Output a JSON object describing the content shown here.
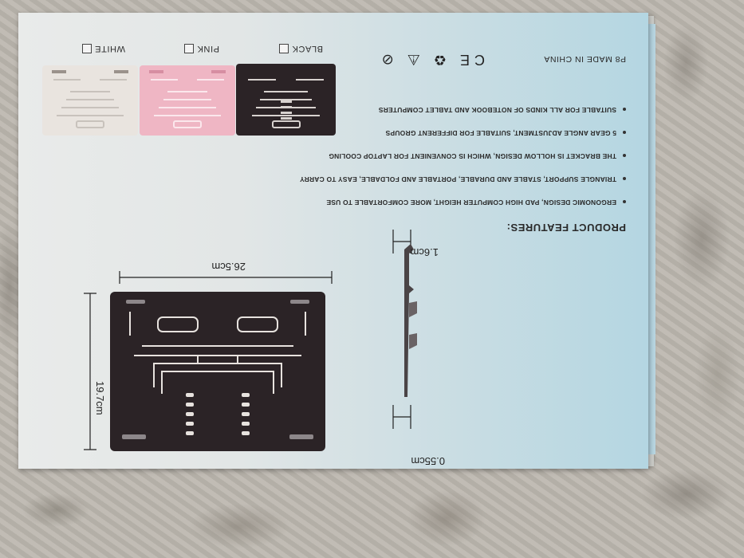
{
  "box": {
    "features_title": "PRODUCT FEATURES:",
    "features": [
      "ERGONOMIC DESIGN, PAD HIGH COMPUTER HEIGHT, MORE COMFORTABLE TO USE",
      "TRIANGLE SUPPORT, STABLE AND DURABLE, PORTABLE AND FOLDABLE, EASY TO CARRY",
      "THE BRACKET IS HOLLOW DESIGN, WHICH IS CONVENIENT FOR LAPTOP COOLING",
      "5 GEAR ANGLE ADJUSTMENT, SUITABLE FOR DIFFERENT GROUPS",
      "SUITABLE FOR ALL KINDS OF NOTEBOOK AND TABLET COMPUTERS"
    ],
    "model_origin": "P8   MADE IN CHINA",
    "cert_logos": "CE ♻ ⚠ ⊘",
    "colors": [
      {
        "label": "BLACK",
        "hex": "#2b2326"
      },
      {
        "label": "PINK",
        "hex": "#efb6c4"
      },
      {
        "label": "WHITE",
        "hex": "#e9e4df"
      }
    ],
    "dimensions": {
      "width": "26.5cm",
      "height": "19.7cm",
      "thickness_top": "1.6cm",
      "thickness_bottom": "0.55cm"
    }
  }
}
